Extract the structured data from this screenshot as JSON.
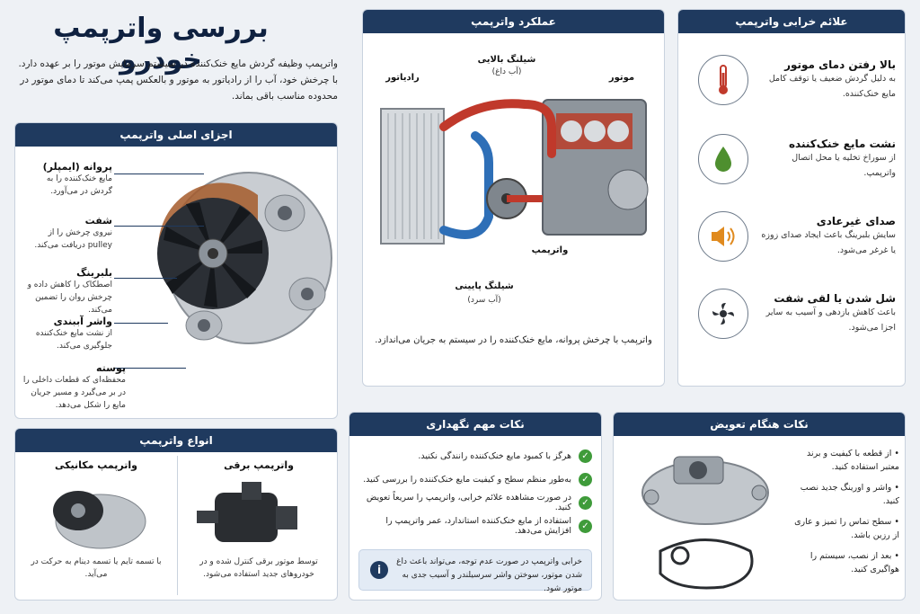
{
  "page": {
    "title": "بررسی واترپمپ خودرو",
    "intro": "واترپمپ وظیفه گردش مایع خنک‌کننده در سیستم سرمایش موتور را بر عهده دارد. با چرخش خود، آب را از رادیاتور به موتور و بالعکس پمپ می‌کند تا دمای موتور در محدوده مناسب باقی بماند."
  },
  "parts": {
    "header": "اجزای اصلی واترپمپ",
    "items": [
      {
        "title": "پروانه (ایمپلر)",
        "desc": "مایع خنک‌کننده را به گردش در می‌آورد."
      },
      {
        "title": "شفت",
        "desc": "نیروی چرخش را از pulley دریافت می‌کند."
      },
      {
        "title": "بلبرینگ",
        "desc": "اصطکاک را کاهش داده و چرخش روان را تضمین می‌کند."
      },
      {
        "title": "واشر آببندی",
        "desc": "از نشت مایع خنک‌کننده جلوگیری می‌کند."
      },
      {
        "title": "پوسته",
        "desc": "محفظه‌ای که قطعات داخلی را در بر می‌گیرد و مسیر جریان مایع را شکل می‌دهد."
      }
    ]
  },
  "function": {
    "header": "عملکرد واترپمپ",
    "labels": {
      "upper_hose": "شیلنگ بالایی",
      "upper_hose_sub": "(آب داغ)",
      "radiator": "رادیاتور",
      "engine": "موتور",
      "pump": "واترپمپ",
      "lower_hose": "شیلنگ پایینی",
      "lower_hose_sub": "(آب سرد)"
    },
    "caption": "واترپمپ با چرخش پروانه، مایع خنک‌کننده را در سیستم به جریان می‌اندازد."
  },
  "symptoms": {
    "header": "علائم خرابی واترپمپ",
    "items": [
      {
        "title": "بالا رفتن دمای موتور",
        "desc": "به دلیل گردش ضعیف یا توقف کامل مایع خنک‌کننده.",
        "icon": "thermometer-icon"
      },
      {
        "title": "نشت مایع خنک‌کننده",
        "desc": "از سوراخ تخلیه یا محل اتصال واترپمپ.",
        "icon": "drop-icon"
      },
      {
        "title": "صدای غیرعادی",
        "desc": "سایش بلبرینگ باعث ایجاد صدای زوزه یا غرغر می‌شود.",
        "icon": "speaker-icon"
      },
      {
        "title": "شل شدن یا لقی شفت",
        "desc": "باعث کاهش بازدهی و آسیب به سایر اجزا می‌شود.",
        "icon": "impeller-icon"
      }
    ]
  },
  "types": {
    "header": "انواع واترپمپ",
    "items": [
      {
        "title": "واترپمپ برقی",
        "desc": "توسط موتور برقی کنترل شده و در خودروهای جدید استفاده می‌شود."
      },
      {
        "title": "واترپمپ مکانیکی",
        "desc": "با تسمه تایم یا تسمه دینام به حرکت در می‌آید."
      }
    ]
  },
  "maintenance": {
    "header": "نکات مهم نگهداری",
    "items": [
      "هرگز با کمبود مایع خنک‌کننده رانندگی نکنید.",
      "به‌طور منظم سطح و کیفیت مایع خنک‌کننده را بررسی کنید.",
      "در صورت مشاهده علائم خرابی، واترپمپ را سریعاً تعویض کنید.",
      "استفاده از مایع خنک‌کننده استاندارد، عمر واترپمپ را افزایش می‌دهد."
    ],
    "note": "خرابی واترپمپ در صورت عدم توجه، می‌تواند باعث داغ شدن موتور، سوختن واشر سرسیلندر و آسیب جدی به موتور شود."
  },
  "replacement": {
    "header": "نکات هنگام تعویض",
    "items": [
      "از قطعه با کیفیت و برند معتبر استفاده کنید.",
      "واشر و اورینگ جدید نصب کنید.",
      "سطح تماس را تمیز و عاری از رزین باشد.",
      "بعد از نصب، سیستم را هواگیری کنید."
    ]
  },
  "colors": {
    "header": "#1f3a5f",
    "hot": "#c0392b",
    "cold": "#2e6fb7",
    "check": "#3f9b3a"
  }
}
